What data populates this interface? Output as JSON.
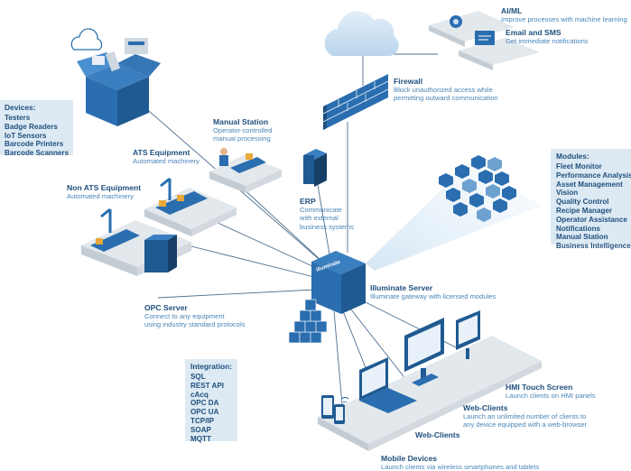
{
  "nodes": {
    "ai_ml": {
      "title": "AI/ML",
      "desc": [
        "Improve processes with machine learning"
      ]
    },
    "email_sms": {
      "title": "Email and SMS",
      "desc": [
        "Get immediate notifications"
      ]
    },
    "firewall": {
      "title": "Firewall",
      "desc": [
        "Block unauthorized access while",
        "permitting outward communication"
      ]
    },
    "manual_station": {
      "title": "Manual Station",
      "desc": [
        "Operator-controlled",
        "manual processing"
      ]
    },
    "ats_equipment": {
      "title": "ATS Equipment",
      "desc": [
        "Automated machinery"
      ]
    },
    "non_ats_equipment": {
      "title": "Non ATS Equipment",
      "desc": [
        "Automated machinery"
      ]
    },
    "erp": {
      "title": "ERP",
      "desc": [
        "Communicate",
        "with external",
        "business systems"
      ]
    },
    "opc_server": {
      "title": "OPC Server",
      "desc": [
        "Connect to any equipment",
        "using industry standard protocols"
      ]
    },
    "illuminate_server": {
      "title": "Illuminate Server",
      "desc": [
        "Illuminate gateway with licensed modules"
      ]
    },
    "hmi_touch": {
      "title": "HMI Touch Screen",
      "desc": [
        "Launch clients  on HMI panels"
      ]
    },
    "web_clients": {
      "title": "Web-Clients",
      "desc": [
        "Launch an unlimited number of clients to",
        "any device equipped with a web-browser"
      ]
    },
    "web_clients_label": {
      "title": "Web-Clients"
    },
    "mobile_devices": {
      "title": "Mobile Devices",
      "desc": [
        "Launch clients via wireless smartphones and tablets"
      ]
    }
  },
  "panels": {
    "devices": {
      "title": "Devices:",
      "items": [
        "Testers",
        "Badge Readers",
        "IoT Sensors",
        "Barcode Printers",
        "Barcode Scanners"
      ]
    },
    "modules": {
      "title": "Modules:",
      "items": [
        "Fleet Monitor",
        "Performance Analysis",
        "Asset Management",
        "Vision",
        "Quality Control",
        "Recipe Manager",
        "Operator Assistance",
        "Notifications",
        "Manual Station",
        "Business Intelligence"
      ]
    },
    "integration": {
      "title": "Integration:",
      "items": [
        "SQL",
        "REST API",
        "cAcq",
        "OPC DA",
        "OPC UA",
        "TCP/IP",
        "SOAP",
        "MQTT"
      ]
    }
  },
  "server_logo": "illuminate",
  "colors": {
    "dark_blue": "#1f4f7d",
    "mid_blue": "#2a6eb0",
    "light_blue": "#4a86b9",
    "panel_bg": "#ddeaf4",
    "platform": "#e3e8ec",
    "platform_side": "#c4ccd3",
    "orange": "#e8a93a",
    "cloud": "#cfe2f3"
  }
}
